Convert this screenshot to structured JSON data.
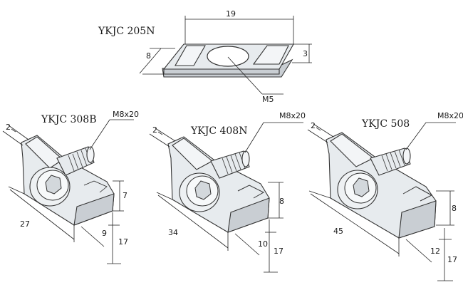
{
  "parts": [
    {
      "title": "YKJC 205N",
      "dims": {
        "length": "19",
        "width": "8",
        "height": "3",
        "thread": "M5"
      }
    },
    {
      "title": "YKJC 308B",
      "dims": {
        "bolt": "M8x20",
        "edge": "2",
        "length": "27",
        "height": "7",
        "tab": "9",
        "depth": "17"
      }
    },
    {
      "title": "YKJC 408N",
      "dims": {
        "bolt": "M8x20",
        "edge": "2",
        "length": "34",
        "height": "8",
        "tab": "10",
        "depth": "17"
      }
    },
    {
      "title": "YKJC 508",
      "dims": {
        "bolt": "M8x20",
        "edge": "2",
        "length": "45",
        "height": "8",
        "tab": "12",
        "depth": "17"
      }
    }
  ],
  "colors": {
    "metal": "#e7ebee",
    "shade": "#c9ced3",
    "line": "#333333"
  }
}
